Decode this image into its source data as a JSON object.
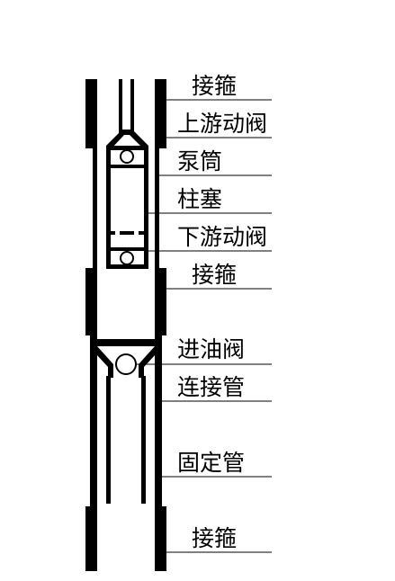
{
  "labels": {
    "coupling_top": "接箍",
    "upper_traveling_valve": "上游动阀",
    "pump_barrel": "泵筒",
    "plunger": "柱塞",
    "lower_traveling_valve": "下游动阀",
    "coupling_middle": "接箍",
    "inlet_valve": "进油阀",
    "connecting_pipe": "连接管",
    "fixed_pipe": "固定管",
    "coupling_bottom": "接箍"
  },
  "colors": {
    "ink": "#000000",
    "background": "#ffffff"
  }
}
